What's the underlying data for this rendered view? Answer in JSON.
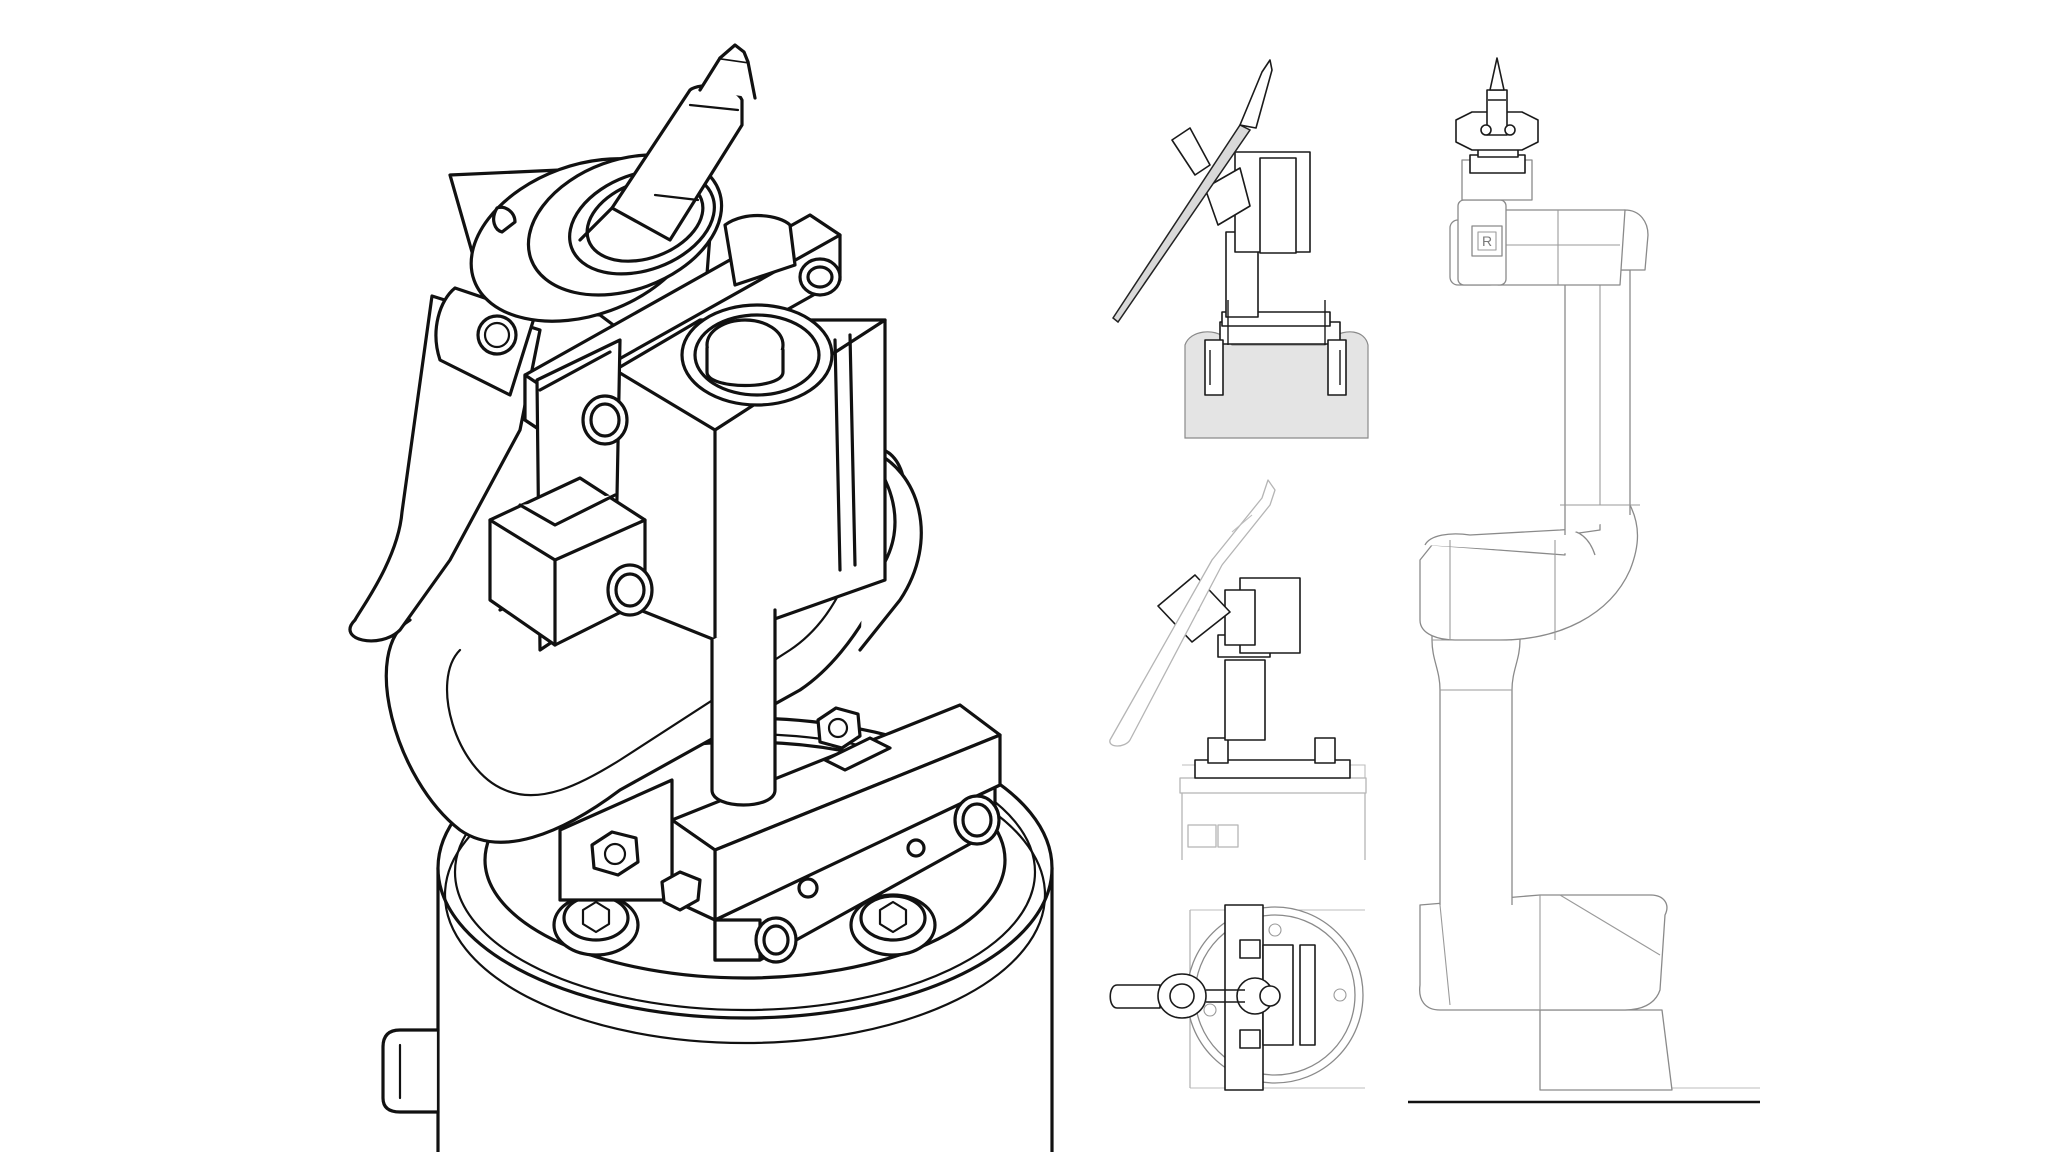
{
  "figure": {
    "main_view": "isometric-view",
    "views": [
      "side-view",
      "front-view",
      "top-view",
      "robot-arm-view"
    ]
  },
  "colors": {
    "background": "#ffffff",
    "line": "#111111",
    "secondary_line": "#8a8a8a",
    "light_line": "#bdbdbd",
    "shade": "#e4e4e4"
  },
  "labels": {
    "logo_mark": "R"
  }
}
